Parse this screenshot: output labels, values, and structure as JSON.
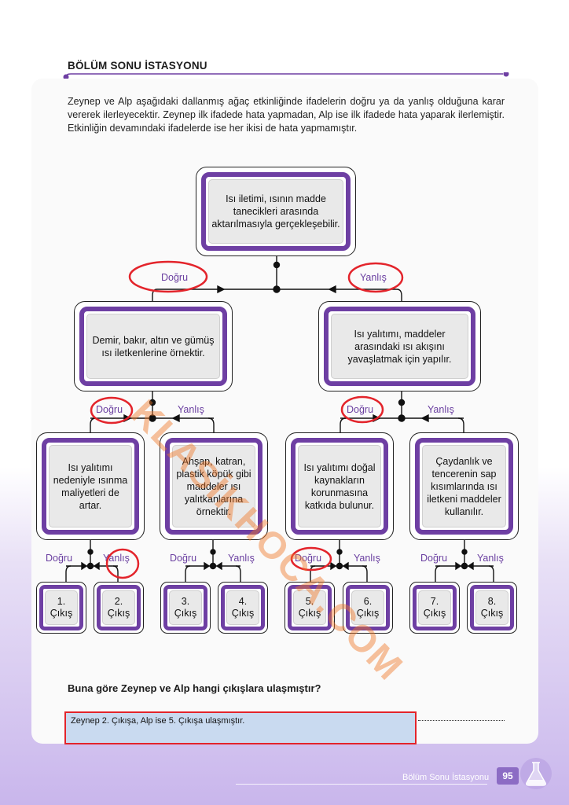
{
  "header": {
    "section_title": "BÖLÜM SONU İSTASYONU"
  },
  "intro_text": "Zeynep ve Alp aşağıdaki dallanmış ağaç etkinliğinde ifadelerin doğru ya da yanlış olduğuna karar vererek ilerleyecektir. Zeynep ilk ifadede hata yapmadan, Alp ise ilk ifadede hata yaparak ilerlemiştir. Etkinliğin devamındaki ifadelerde ise her ikisi de hata yapmamıştır.",
  "tree": {
    "root": "Isı iletimi, ısının madde tanecikleri arasında aktarılmasıyla gerçekleşebilir.",
    "level2": [
      "Demir, bakır, altın ve gümüş ısı iletkenlerine örnektir.",
      "Isı yalıtımı, maddeler arasındaki ısı akışını yavaşlatmak için yapılır."
    ],
    "level3": [
      "Isı yalıtımı nedeniyle ısınma maliyetleri de artar.",
      "Ahşap, katran, plastik köpük gibi maddeler ısı yalıtkanlarına örnektir.",
      "Isı yalıtımı doğal kaynakların korunmasına katkıda bulunur.",
      "Çaydanlık ve tencerenin sap kısımlarında ısı iletkeni maddeler kullanılır."
    ],
    "labels": {
      "true": "Doğru",
      "false": "Yanlış"
    },
    "exits": [
      {
        "num": "1.",
        "text": "Çıkış"
      },
      {
        "num": "2.",
        "text": "Çıkış"
      },
      {
        "num": "3.",
        "text": "Çıkış"
      },
      {
        "num": "4.",
        "text": "Çıkış"
      },
      {
        "num": "5.",
        "text": "Çıkış"
      },
      {
        "num": "6.",
        "text": "Çıkış"
      },
      {
        "num": "7.",
        "text": "Çıkış"
      },
      {
        "num": "8.",
        "text": "Çıkış"
      }
    ]
  },
  "question": "Buna göre Zeynep ve Alp hangi çıkışlara ulaşmıştır?",
  "answer": "Zeynep 2. Çıkışa, Alp ise 5. Çıkışa ulaşmıştır.",
  "watermark": "KLASİKHOCA.COM",
  "footer": {
    "section": "Bölüm Sonu İstasyonu",
    "page": "95"
  },
  "colors": {
    "accent_purple": "#6e3fa3",
    "highlight_red": "#e3242b",
    "answer_fill": "#c9daf0"
  },
  "icons": [
    "flask-icon"
  ]
}
